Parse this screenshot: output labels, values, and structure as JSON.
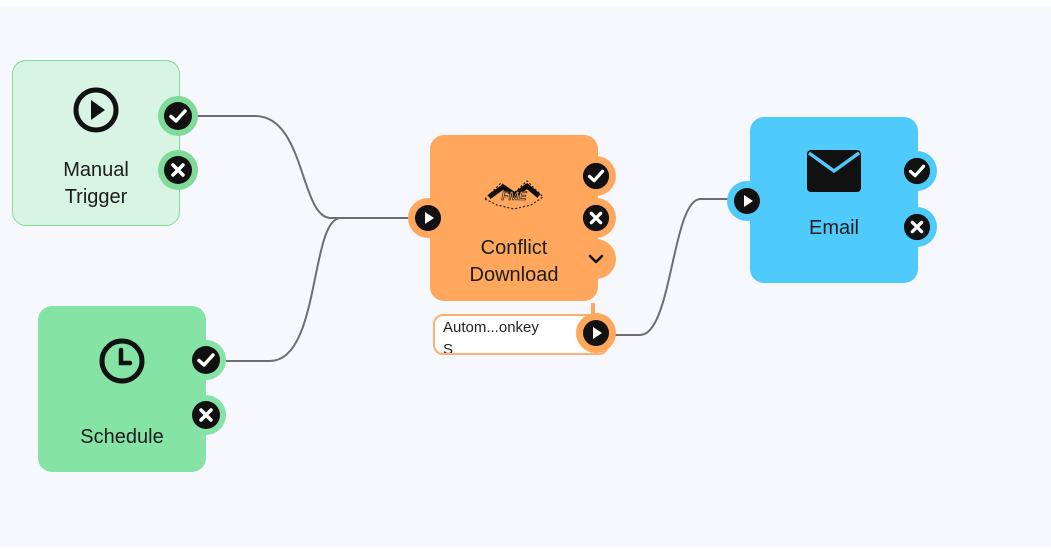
{
  "canvas": {
    "background": "#f6f8fd",
    "wire_color": "#6e6e6e"
  },
  "nodes": {
    "manual_trigger": {
      "label": "Manual\nTrigger",
      "icon": "play-circle-icon",
      "color": "#d8f5e3",
      "border": "#7fdc98"
    },
    "schedule": {
      "label": "Schedule",
      "icon": "clock-icon",
      "color": "#84e3a5"
    },
    "conflict_download": {
      "label": "Conflict\nDownload",
      "icon": "fme-logo-icon",
      "color": "#ffa75c"
    },
    "email": {
      "label": "Email",
      "icon": "envelope-icon",
      "color": "#4fcbfb"
    }
  },
  "annotation": {
    "text": "Autom...onkey",
    "overflow_text": "S"
  },
  "ports": {
    "success_icon": "check-circle-icon",
    "failure_icon": "x-circle-icon",
    "input_icon": "play-icon",
    "expand_icon": "chevron-down-icon"
  }
}
